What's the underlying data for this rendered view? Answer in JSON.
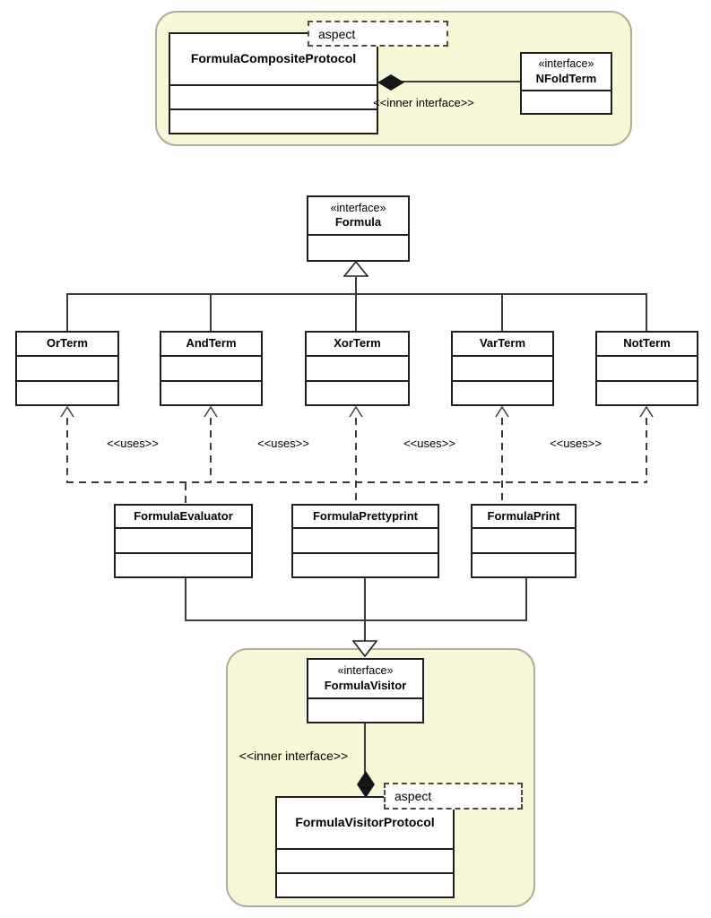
{
  "labels": {
    "aspect": "aspect",
    "uses": "<<uses>>",
    "inner_interface": "<<inner interface>>",
    "interface_stereotype": "«interface»"
  },
  "classes": {
    "formulaCompositeProtocol": {
      "name": "FormulaCompositeProtocol"
    },
    "nFoldTerm": {
      "stereotype": "«interface»",
      "name": "NFoldTerm"
    },
    "formula": {
      "stereotype": "«interface»",
      "name": "Formula"
    },
    "orTerm": {
      "name": "OrTerm"
    },
    "andTerm": {
      "name": "AndTerm"
    },
    "xorTerm": {
      "name": "XorTerm"
    },
    "varTerm": {
      "name": "VarTerm"
    },
    "notTerm": {
      "name": "NotTerm"
    },
    "formulaEvaluator": {
      "name": "FormulaEvaluator"
    },
    "formulaPrettyprint": {
      "name": "FormulaPrettyprint"
    },
    "formulaPrint": {
      "name": "FormulaPrint"
    },
    "formulaVisitor": {
      "stereotype": "«interface»",
      "name": "FormulaVisitor"
    },
    "formulaVisitorProtocol": {
      "name": "FormulaVisitorProtocol"
    }
  },
  "colors": {
    "aspect_container_fill": "#f8f8d8",
    "aspect_container_border": "#aeac9b",
    "class_fill": "#ffffff",
    "class_border": "#1f1f1f",
    "connector": "#3c3c3c",
    "text": "#000000"
  }
}
